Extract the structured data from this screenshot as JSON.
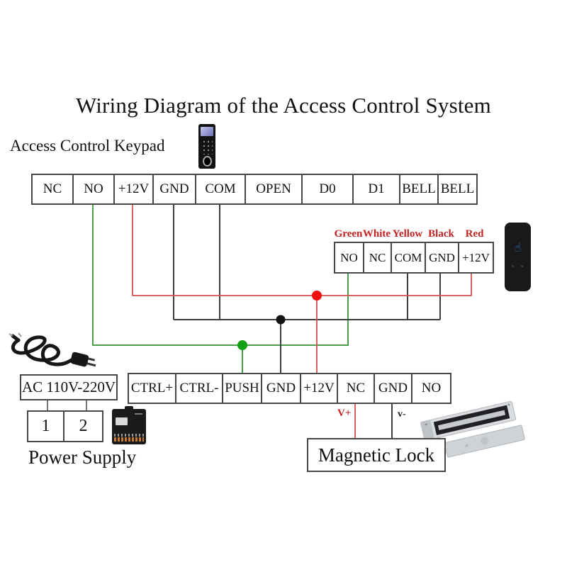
{
  "title": "Wiring Diagram of the Access Control System",
  "keypad": {
    "label": "Access Control Keypad"
  },
  "top_strip": {
    "terminals": [
      "NC",
      "NO",
      "+12V",
      "GND",
      "COM",
      "OPEN",
      "D0",
      "D1",
      "BELL",
      "BELL"
    ]
  },
  "exit_button_strip": {
    "wire_colors": [
      "Green",
      "White",
      "Yellow",
      "Black",
      "Red"
    ],
    "terminals": [
      "NO",
      "NC",
      "COM",
      "GND",
      "+12V"
    ]
  },
  "bottom_strip": {
    "terminals": [
      "CTRL+",
      "CTRL-",
      "PUSH",
      "GND",
      "+12V",
      "NC",
      "GND",
      "NO"
    ]
  },
  "power": {
    "ac_label": "AC 110V-220V",
    "input_terminals": [
      "1",
      "2"
    ],
    "label": "Power Supply"
  },
  "lock": {
    "label": "Magnetic Lock",
    "vplus": "V+",
    "vminus": "v-"
  },
  "colors": {
    "wire_red": "#d94f4f",
    "wire_green": "#4a9d4a",
    "wire_black": "#3d3d3d",
    "junction_red": "#ee0f0f",
    "junction_green": "#14a014",
    "junction_black": "#141414",
    "color_label": "#c42222",
    "touch_icon_blue": "#2b7fd4"
  }
}
